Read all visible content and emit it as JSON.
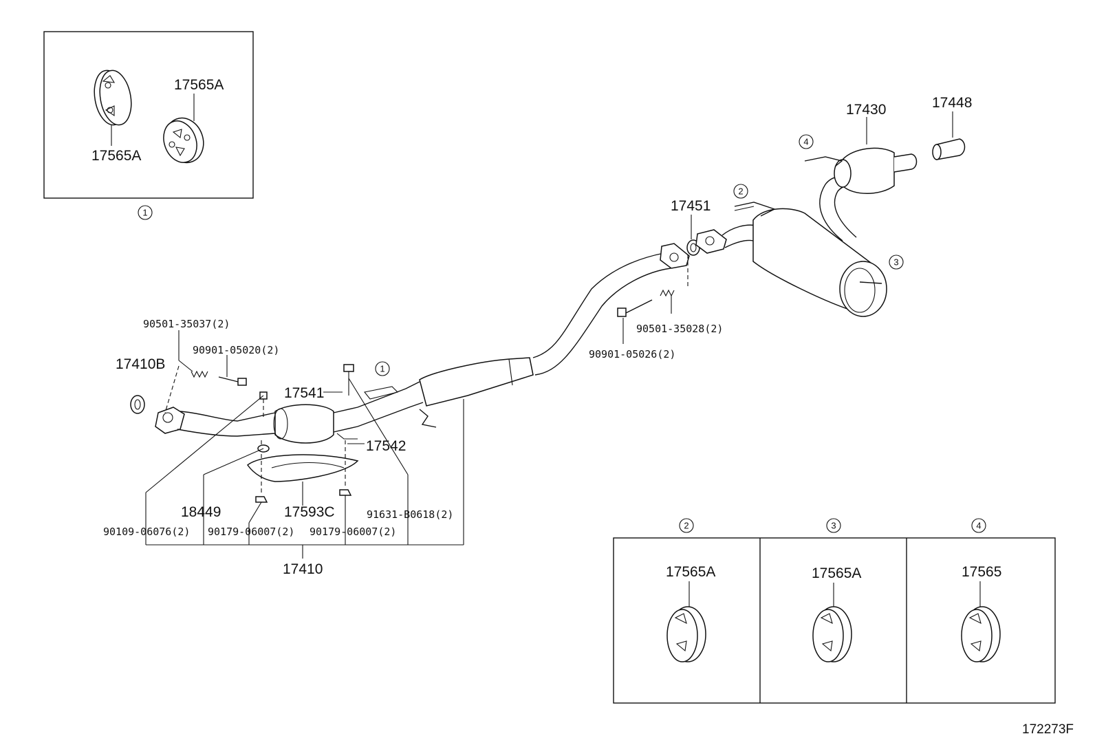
{
  "diagram_id": "172273F",
  "callouts": {
    "c1": "1",
    "c2": "2",
    "c3": "3",
    "c4": "4"
  },
  "parts": {
    "hanger_kit_top_a": "17565A",
    "hanger_kit_top_b": "17565A",
    "tail_pipe_assy": "17430",
    "tail_pipe_tip": "17448",
    "gasket_center": "17451",
    "front_gasket": "17410B",
    "spring_front": "90501-35037(2)",
    "bolt_front": "90901-05020(2)",
    "spring_center": "90501-35028(2)",
    "bolt_center": "90901-05026(2)",
    "sensor_bracket_a": "17541",
    "sensor_bracket_b": "17542",
    "gasket_18449": "18449",
    "heat_insulator": "17593C",
    "stud_bolt": "91631-B0618(2)",
    "bolt_flange": "90109-06076(2)",
    "nut_left": "90179-06007(2)",
    "nut_right": "90179-06007(2)",
    "front_pipe_assy": "17410",
    "hanger_box2": "17565A",
    "hanger_box3": "17565A",
    "hanger_box4": "17565"
  }
}
